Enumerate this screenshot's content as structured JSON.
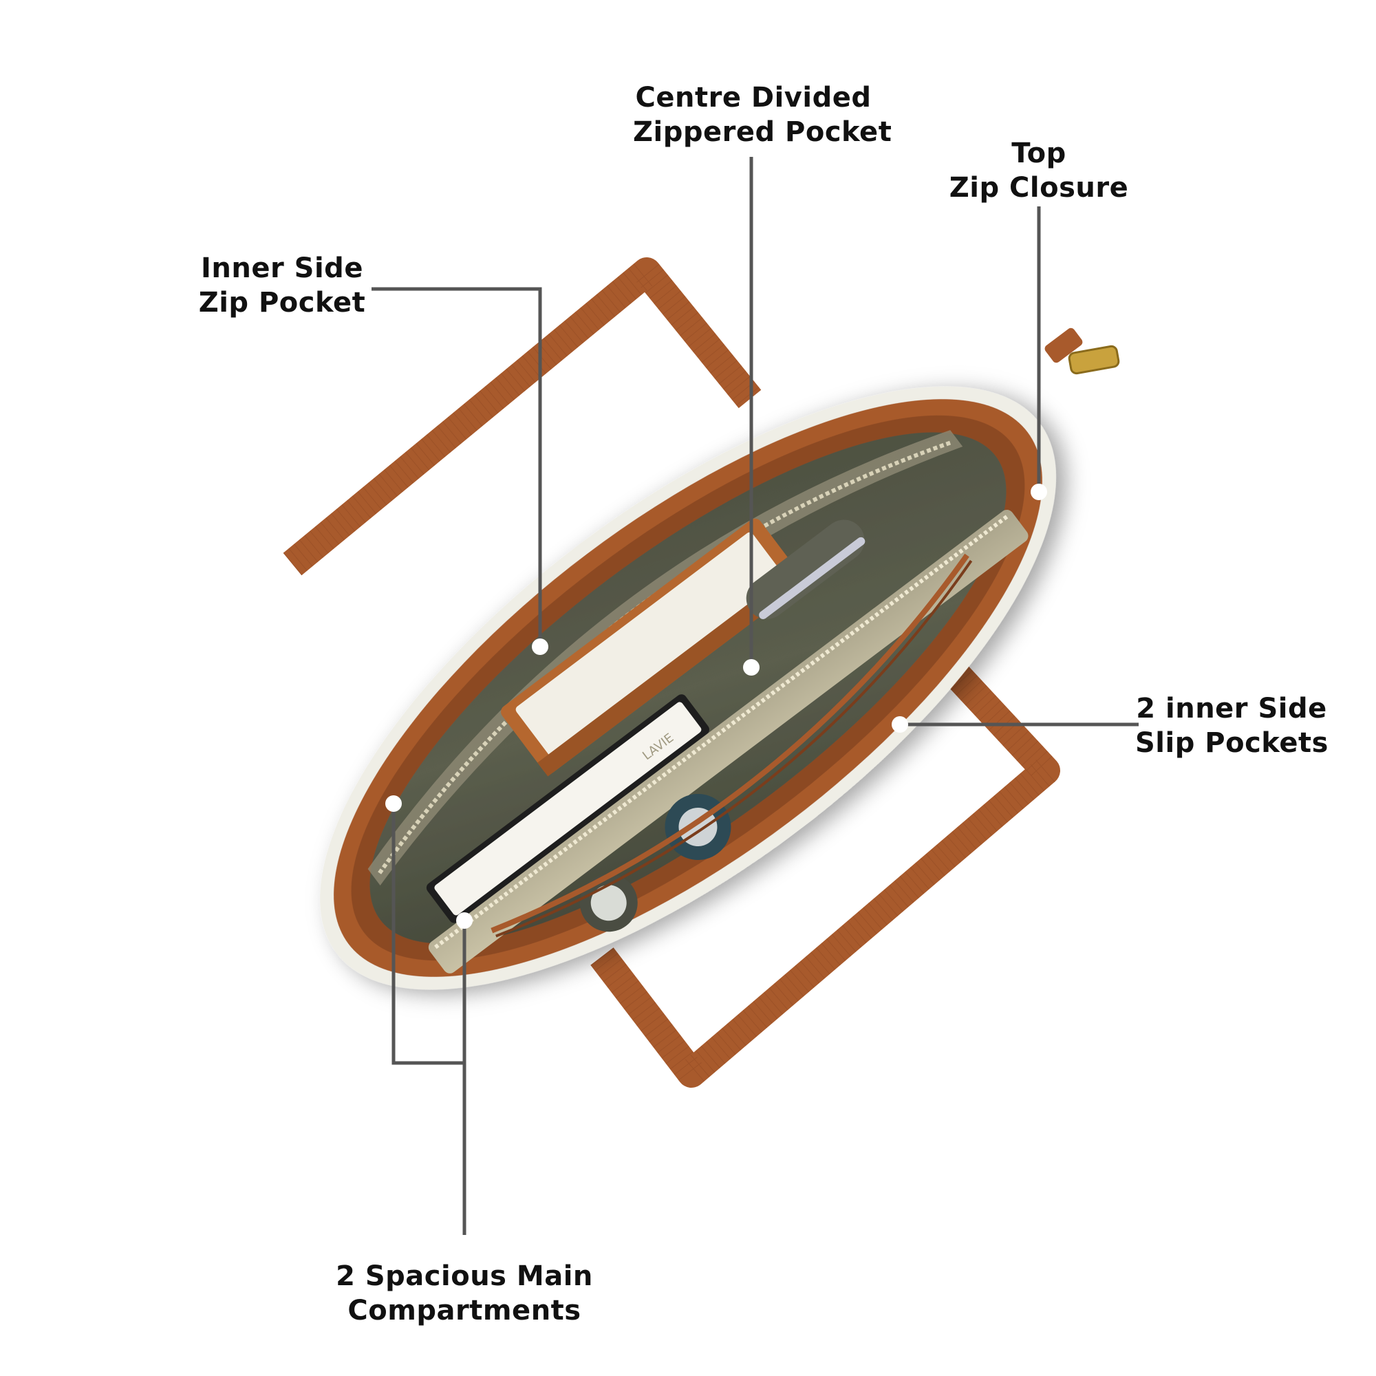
{
  "colors": {
    "leather": "#a85a2c",
    "leather_dark": "#7a3d1c",
    "cream_edge": "#efeee6",
    "lining": "#5c5f50",
    "lining_light": "#bfb99f",
    "leader_line": "#555555",
    "dot": "#ffffff",
    "text": "#111111"
  },
  "callouts": {
    "centre_pocket": {
      "line1": "Centre Divided",
      "line2": "Zippered Pocket"
    },
    "top_zip": {
      "line1": "Top",
      "line2": "Zip Closure"
    },
    "inner_zip": {
      "line1": "Inner Side",
      "line2": "Zip Pocket"
    },
    "slip_pockets": {
      "line1": "2 inner Side",
      "line2": "Slip Pockets"
    },
    "main_compartments": {
      "line1": "2 Spacious Main",
      "line2": "Compartments"
    }
  },
  "bag_brand_mark": "LAVIE"
}
